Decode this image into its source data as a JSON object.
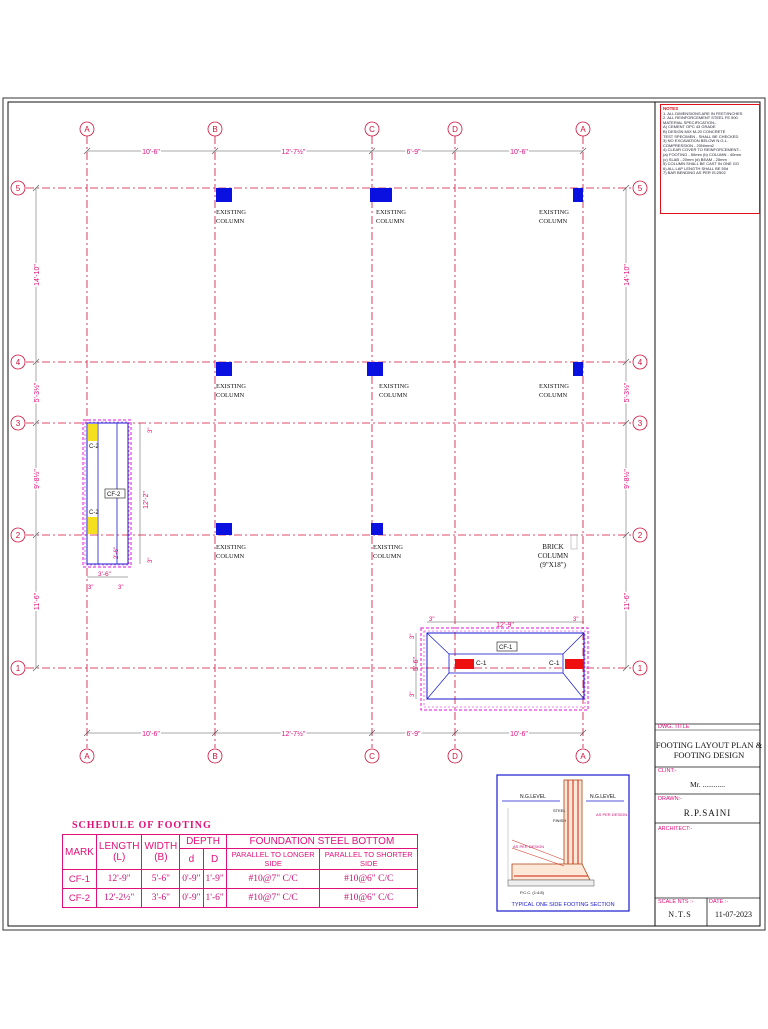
{
  "grid": {
    "column_labels": [
      "A",
      "B",
      "C",
      "D",
      "A"
    ],
    "row_labels": [
      "5",
      "4",
      "3",
      "2",
      "1"
    ],
    "top_dims": [
      "10'-6\"",
      "12'-7½\"",
      "6'-9\"",
      "10'-6\""
    ],
    "bottom_dims": [
      "10'-6\"",
      "12'-7½\"",
      "6'-9\"",
      "10'-6\""
    ],
    "side_dims": [
      "14'-10\"",
      "5'-3½\"",
      "9'-8½\"",
      "11'-6\""
    ]
  },
  "existing_column_label": "EXISTING COLUMN",
  "brick_column": {
    "line1": "BRICK",
    "line2": "COLUMN",
    "line3": "(9\"X18\")"
  },
  "cf2_detail": {
    "tag": "CF-2",
    "col_tag": "C-2",
    "dim_length": "12'-2\"",
    "dim_width": "3'-6\"",
    "dim_off1": "3\"",
    "dim_off2": "3\"",
    "dim_small": "2'-6\""
  },
  "cf1_detail": {
    "tag": "CF-1",
    "col_tag": "C-1",
    "dim_length": "12'-9\"",
    "dim_width": "5'-6\"",
    "dim_off": "3\""
  },
  "schedule": {
    "title": "SCHEDULE OF FOOTING",
    "headers": {
      "mark": "MARK",
      "length": "LENGTH",
      "length_sub": "(L)",
      "width": "WIDTH",
      "width_sub": "(B)",
      "depth": "DEPTH",
      "depth_d": "d",
      "depth_D": "D",
      "steel": "FOUNDATION STEEL BOTTOM",
      "parallel_longer": "PARALLEL TO LONGER SIDE",
      "parallel_shorter": "PARALLEL TO SHORTER SIDE"
    },
    "rows": [
      {
        "mark": "CF-1",
        "length": "12'-9\"",
        "width": "5'-6\"",
        "d": "0'-9\"",
        "D": "1'-9\"",
        "longer": "#10@7\" C/C",
        "shorter": "#10@6\" C/C"
      },
      {
        "mark": "CF-2",
        "length": "12'-2½\"",
        "width": "3'-6\"",
        "d": "0'-9\"",
        "D": "1'-6\"",
        "longer": "#10@7\" C/C",
        "shorter": "#10@6\" C/C"
      }
    ]
  },
  "section": {
    "caption": "TYPICAL ONE SIDE FOOTING SECTION",
    "ng_level_left": "N.G.LEVEL",
    "ng_level_right": "N.G.LEVEL",
    "label_steel": "STEEL",
    "label_finish": "FINISH",
    "label_as_per_design": "AS PER DESIGN",
    "label_pcc": "P.C.C. (1:4:8)"
  },
  "title_block": {
    "dwg_title_label": "DWG. TITLE",
    "dwg_title": "FOOTING LAYOUT PLAN & FOOTING DESIGN",
    "client_label": "CLINT:-",
    "client": "Mr. ............",
    "drawn_label": "DRAWN:-",
    "drawn": "R.P.SAINI",
    "architect_label": "ARCHITECT:-",
    "scale_label": "SCALE  NTS :-",
    "scale": "N.T.S",
    "date_label": "DATE :-",
    "date": "11-07-2023"
  },
  "notes": {
    "heading": "NOTES",
    "lines": [
      "1. ALL DIMENSIONS ARE IN FEET/INCHES",
      "2. ALL REINFORCEMENT STEEL FE 500",
      "MATERIAL SPECIFICATION:-",
      "A) CEMENT OPC 43 GRADE",
      "B) DESIGN MIX M-20 CONCRETE",
      "TEST SPECIMEN - SHALL BE CHECKED",
      "3) NO EXCAVATION BELOW N.G.L.",
      "COMPRESSION - 20N/mm2",
      "4) CLEAR COVER TO REINFORCEMENT:-",
      "(a) FOOTING - 50mm   (b) COLUMN - 40mm",
      "(c) SLAB - 20mm      (d) BEAM - 25mm",
      "5) COLUMN SHALL BE CAST IN ONE GO",
      "6) ALL LAP LENGTH SHALL BE 50d",
      "7) BAR BENDING AS PER IS:2502"
    ]
  },
  "colors": {
    "grid_line": "#d0103a",
    "column_fill": "#0a10e0",
    "footing_line": "#1a1ad0",
    "dim_text": "#e0107a",
    "magenta_dash": "#e010e0",
    "yellow": "#f5e020",
    "red_column": "#ee1010"
  }
}
